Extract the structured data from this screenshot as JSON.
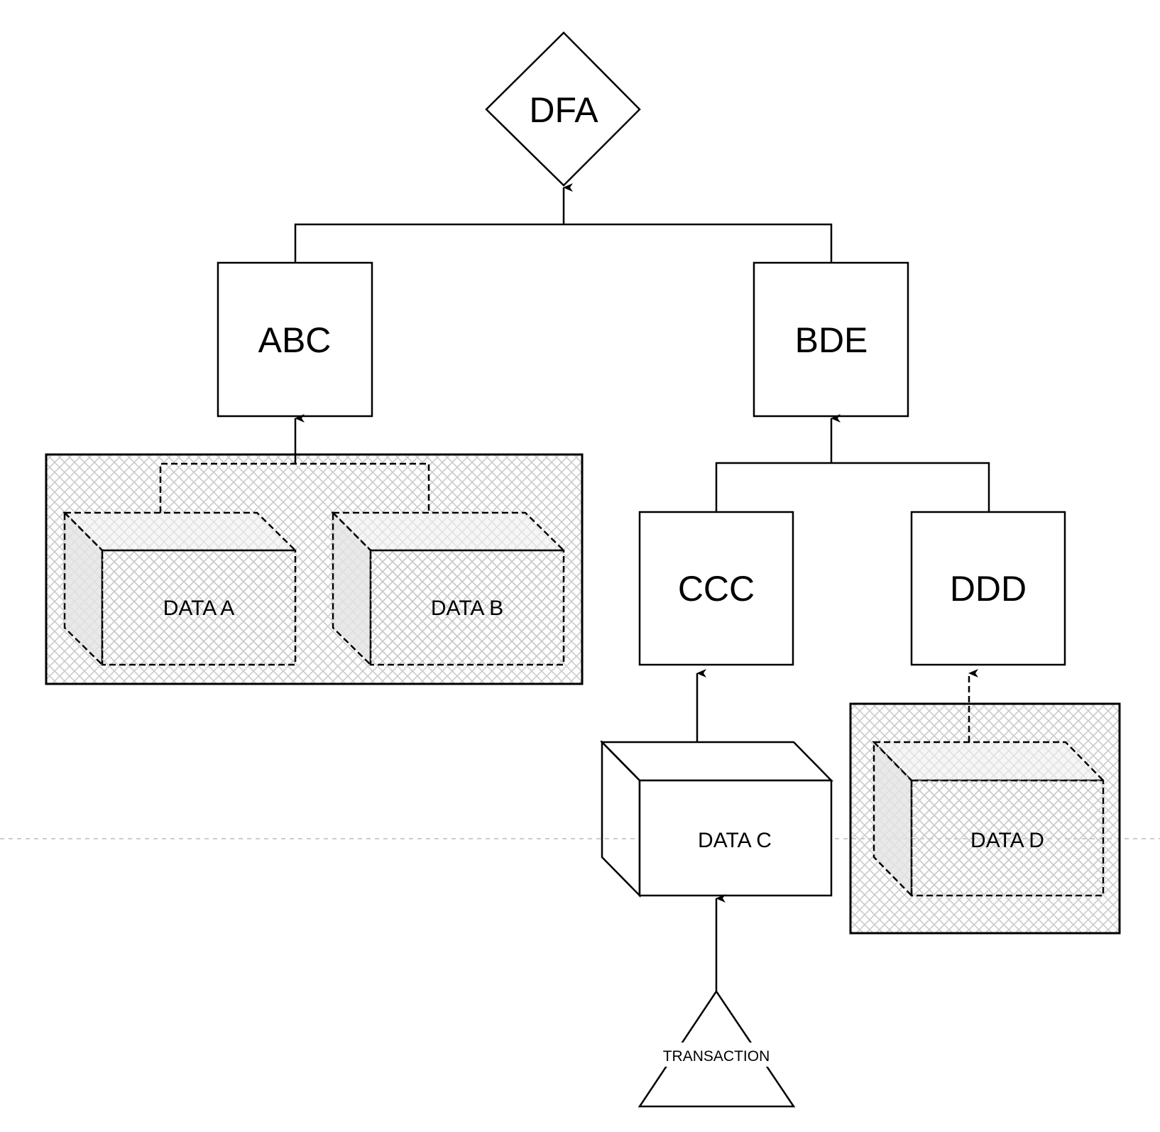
{
  "nodes": {
    "dfa": "DFA",
    "abc": "ABC",
    "bde": "BDE",
    "ccc": "CCC",
    "ddd": "DDD",
    "data_a": "DATA A",
    "data_b": "DATA B",
    "data_c": "DATA C",
    "data_d": "DATA D",
    "transaction": "TRANSACTION"
  },
  "colors": {
    "stroke": "#000000",
    "hatch": "#c8c8c8",
    "cube_top": "#f0f0f0",
    "cube_side": "#e3e3e3",
    "divider": "#bbbbbb"
  }
}
